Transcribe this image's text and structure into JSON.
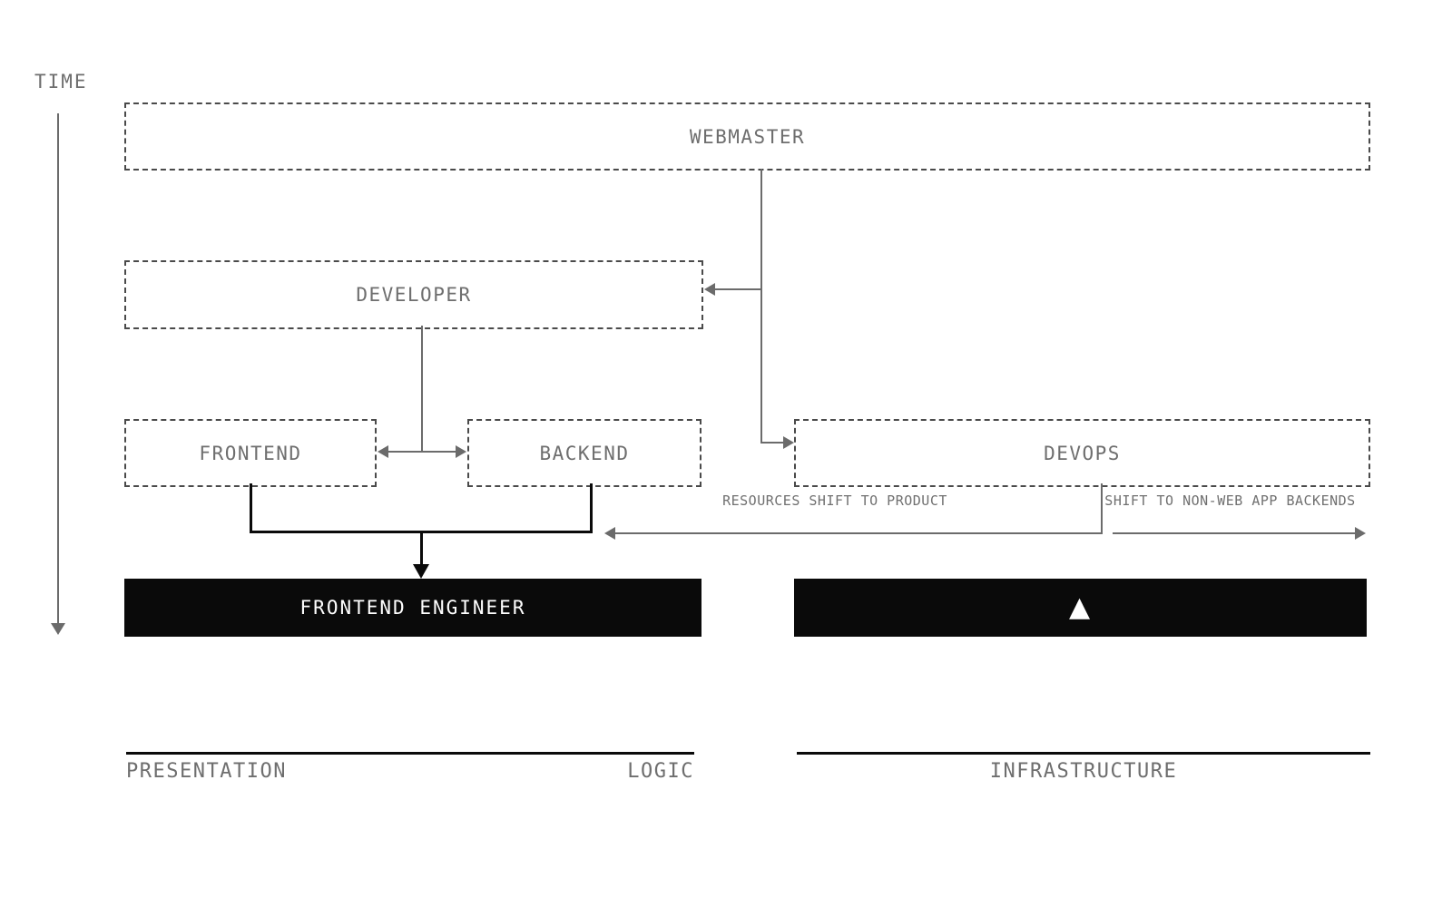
{
  "time_axis": {
    "label": "TIME"
  },
  "boxes": {
    "webmaster": "WEBMASTER",
    "developer": "DEVELOPER",
    "frontend": "FRONTEND",
    "backend": "BACKEND",
    "devops": "DEVOPS",
    "frontend_engineer": "FRONTEND ENGINEER",
    "infrastructure_engineer_icon": "▲"
  },
  "annotations": {
    "resources_shift": "RESOURCES SHIFT TO PRODUCT",
    "backends_shift": "SHIFT TO NON-WEB APP BACKENDS"
  },
  "footer": {
    "presentation": "PRESENTATION",
    "logic": "LOGIC",
    "infrastructure": "INFRASTRUCTURE"
  },
  "colors": {
    "gray_line": "#6b6b6b",
    "gray_text": "#6e6e6e",
    "dashed_border": "#4a4a4a",
    "black": "#0a0a0a",
    "background": "#ffffff"
  }
}
